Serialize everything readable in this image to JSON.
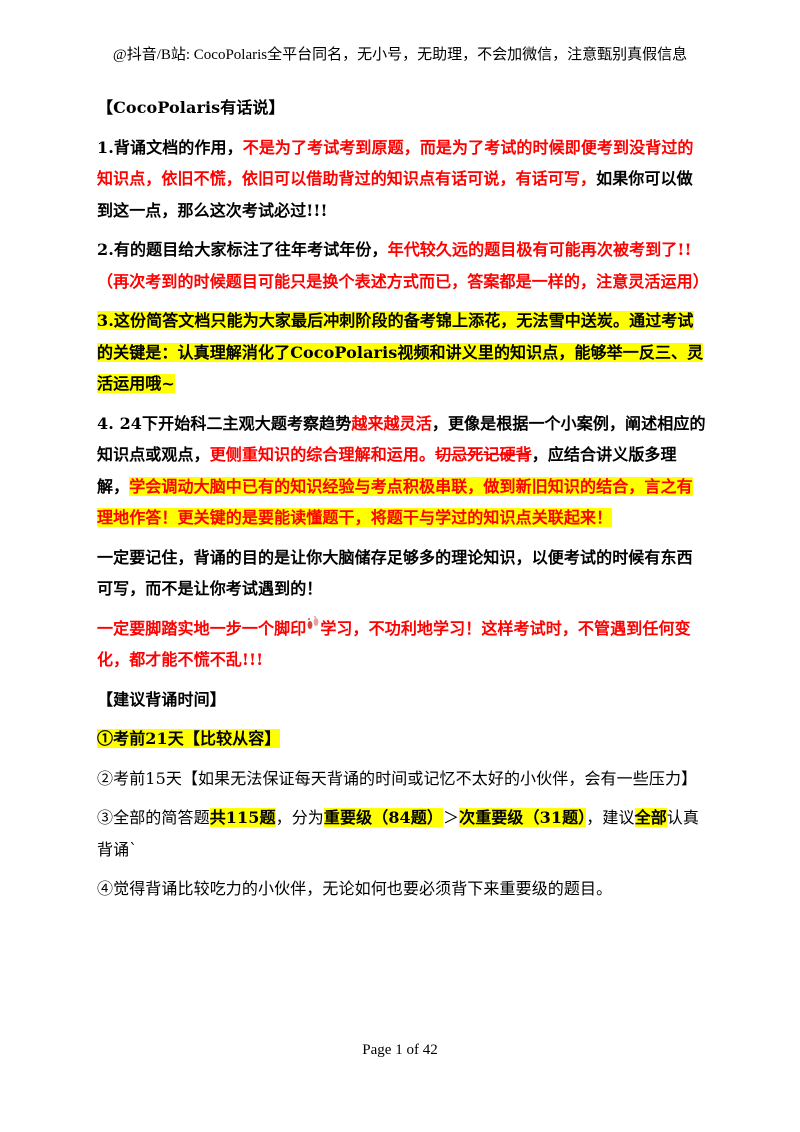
{
  "header": {
    "text": "@抖音/B站: CocoPolaris全平台同名，无小号，无助理，不会加微信，注意甄别真假信息"
  },
  "intro_title": "【CocoPolaris有话说】",
  "p1": {
    "s1": "1.背诵文档的作用，",
    "s2": "不是为了考试考到原题，而是为了考试的时候即便考到没背过的知识点，依旧不慌，依旧可以借助背过的知识点有话可说，有话可写，",
    "s3": "如果你可以做到这一点，那么这次考试必过!!!"
  },
  "p2": {
    "s1": "2.有的题目给大家标注了往年考试年份，",
    "s2": "年代较久远的题目极有可能再次被考到了!!（再次考到的时候题目可能只是换个表述方式而已，答案都是一样的，注意灵活运用）"
  },
  "p3": {
    "s1": "3.这份简答文档只能为大家最后冲刺阶段的备考锦上添花，无法雪中送炭。通过考试的关键是：认真理解消化了CocoPolaris视频和讲义里的知识点，能够举一反三、灵活运用哦~"
  },
  "p4": {
    "s1": "4. 24下开始科二主观大题考察趋势",
    "s2": "越来越灵活",
    "s3": "，更像是根据一个小案例，阐述相应的知识点或观点，",
    "s4": "更侧重知识的综合理解和运用。",
    "s5": "切忌死记硬背",
    "s6": "，应结合讲义版多理解，",
    "s7": "学会调动大脑中已有的知识经验与考点积极串联，做到新旧知识的结合，言之有理地作答！更关键的是要能读懂题干，将题干与学过的知识点关联起来！"
  },
  "p5": {
    "s1": "一定要记住，背诵的目的是让你大脑储存足够多的理论知识，以便考试的时候有东西可写，而不是让你考试遇到的！"
  },
  "p6": {
    "s1": "一定要脚踏实地一步一个脚印",
    "s2": "学习，不功利地学习！这样考试时，不管遇到任何变化，都才能不慌不乱!!!"
  },
  "suggest_title": "【建议背诵时间】",
  "item1": "①考前21天【比较从容】",
  "item2": "②考前15天【如果无法保证每天背诵的时间或记忆不太好的小伙伴，会有一些压力】",
  "item3": {
    "s1": "③全部的简答题",
    "s2": "共115题",
    "s3": "，分为",
    "s4": "重要级（84题）",
    "s5": "＞",
    "s6": "次重要级（31题）",
    "s7": "，建议",
    "s8": "全部",
    "s9": "认真背诵`"
  },
  "item4": "④觉得背诵比较吃力的小伙伴，无论如何也要必须背下来重要级的题目。",
  "footer": "Page 1 of 42",
  "icons": {
    "footprint": "footprints-icon"
  },
  "colors": {
    "red": "#ff0000",
    "highlight": "#ffff00"
  }
}
